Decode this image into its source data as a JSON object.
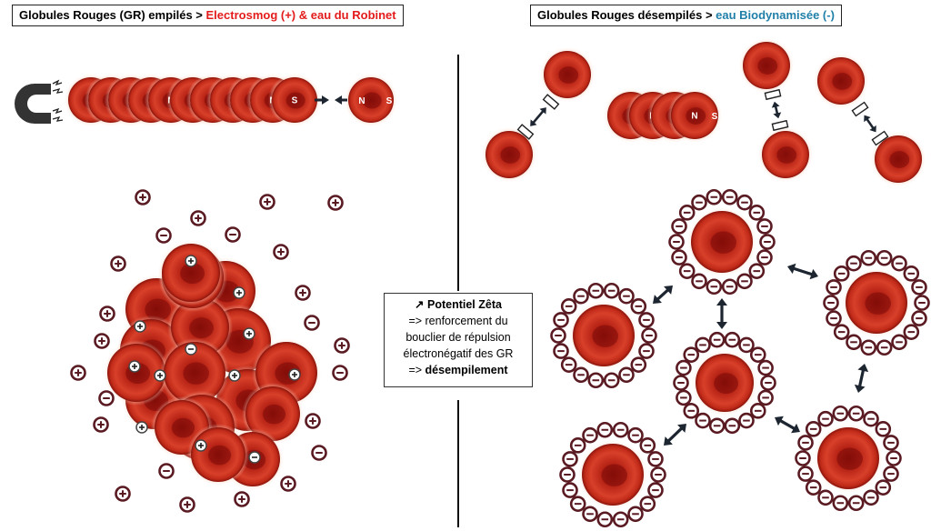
{
  "left_title": {
    "prefix": "Globules Rouges (GR) empilés > ",
    "highlight": "Electrosmog (+) & eau du Robinet",
    "highlight_color": "#e31b1b"
  },
  "right_title": {
    "prefix": "Globules Rouges désempilés > ",
    "highlight": "eau Biodynamisée (-)",
    "highlight_color": "#1f7fa8"
  },
  "center_note": {
    "line1_arrow": "↗",
    "line1": "Potentiel Zêta",
    "line2": "=> renforcement du",
    "line3": "bouclier de répulsion",
    "line4": "électronégatif des GR",
    "line5_prefix": "=> ",
    "line5_bold": "désempilement"
  },
  "pole_labels": {
    "north": "N",
    "south": "S"
  },
  "charge_symbols": {
    "positive": "+",
    "negative": "−"
  },
  "colors": {
    "cell_dark": "#7a0a0a",
    "cell_mid": "#c0281a",
    "cell_light": "#e8553a",
    "glow": "#f6b79a",
    "charge_ring": "#5a1a22",
    "arrow": "#1c2530",
    "magnet": "#333333"
  },
  "icons": [
    "magnet-icon",
    "spark-icon",
    "double-arrow-icon",
    "repulsion-spring-icon"
  ]
}
